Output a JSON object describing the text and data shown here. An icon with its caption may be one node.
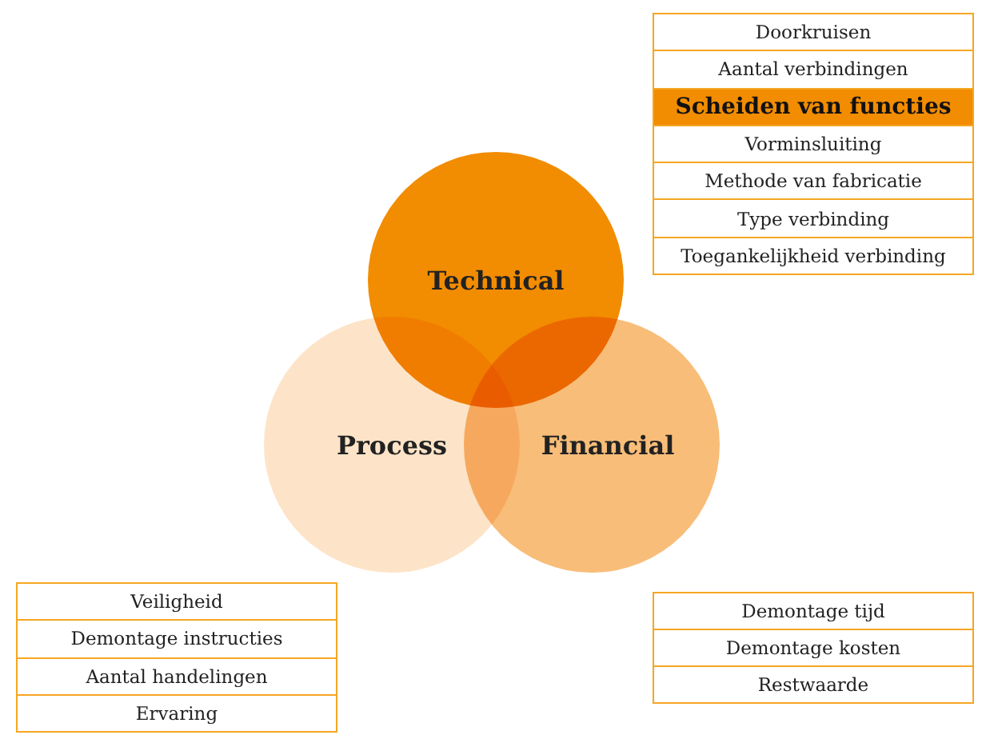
{
  "diagram": {
    "nodes": [
      {
        "text": [],
        "shape": "box"
      },
      {
        "text": [
          "Doorkruisen"
        ],
        "in": 0
      },
      {
        "text": [
          "Aantal verbindingen"
        ],
        "in": 0
      },
      {
        "text": [
          "Scheiden van functies"
        ],
        "in": 0
      },
      {
        "text": [
          "Vorminsluiting"
        ],
        "in": 0
      },
      {
        "text": [
          "Methode van fabricatie"
        ],
        "in": 0
      },
      {
        "text": [
          "Type verbinding"
        ],
        "in": 0
      },
      {
        "text": [
          "Toegankelijkheid verbinding"
        ],
        "in": 0
      },
      {
        "text": [
          "Technical"
        ]
      },
      {
        "text": [
          "Process"
        ]
      },
      {
        "text": [
          "Financial"
        ]
      },
      {
        "text": [],
        "shape": "box"
      },
      {
        "text": [
          "Veiligheid"
        ],
        "in": 11
      },
      {
        "text": [
          "Demontage instructies"
        ],
        "in": 11
      },
      {
        "text": [
          "Aantal handelingen"
        ],
        "in": 11
      },
      {
        "text": [
          "Ervaring"
        ],
        "in": 11
      },
      {
        "text": [],
        "shape": "box"
      },
      {
        "text": [
          "Demontage tijd"
        ],
        "in": 16
      },
      {
        "text": [
          "Demontage kosten"
        ],
        "in": 16
      },
      {
        "text": [
          "Restwaarde"
        ],
        "in": 16
      }
    ],
    "edges": []
  }
}
